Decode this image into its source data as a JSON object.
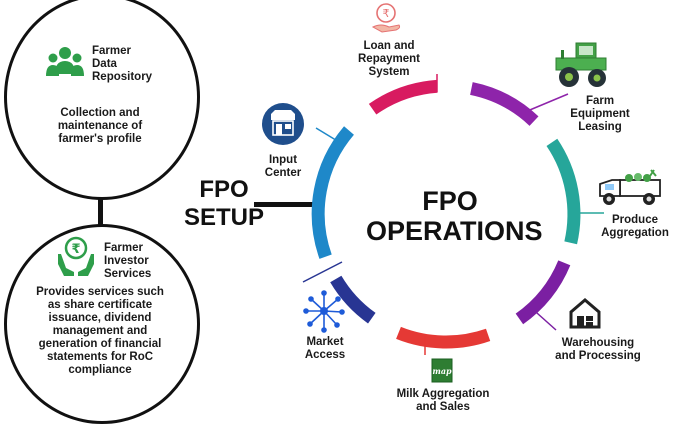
{
  "setup": {
    "title_line1": "FPO",
    "title_line2": "SETUP",
    "farmer_data": {
      "title_line1": "Farmer",
      "title_line2": "Data",
      "title_line3": "Repository",
      "desc_line1": "Collection and",
      "desc_line2": "maintenance of",
      "desc_line3": "farmer's profile"
    },
    "investor": {
      "title_line1": "Farmer",
      "title_line2": "Investor",
      "title_line3": "Services",
      "desc_line1": "Provides services such",
      "desc_line2": "as share certificate",
      "desc_line3": "issuance, dividend",
      "desc_line4": "management and",
      "desc_line5": "generation of financial",
      "desc_line6": "statements for RoC",
      "desc_line7": "compliance",
      "icon_symbol": "₹"
    }
  },
  "operations": {
    "title_line1": "FPO",
    "title_line2": "OPERATIONS",
    "items": [
      {
        "line1": "Loan and",
        "line2": "Repayment",
        "line3": "System",
        "color": "#d81b60",
        "icon": "rupee-hand-icon"
      },
      {
        "line1": "Farm",
        "line2": "Equipment",
        "line3": "Leasing",
        "color": "#8e24aa",
        "icon": "tractor-icon"
      },
      {
        "line1": "Produce",
        "line2": "Aggregation",
        "color": "#26a69a",
        "icon": "produce-truck-icon"
      },
      {
        "line1": "Warehousing",
        "line2": "and Processing",
        "color": "#7b1fa2",
        "icon": "warehouse-icon"
      },
      {
        "line1": "Milk Aggregation",
        "line2": "and Sales",
        "color": "#e53935",
        "icon": "map-logo-icon",
        "logo_text": "map"
      },
      {
        "line1": "Market",
        "line2": "Access",
        "color": "#283593",
        "icon": "network-icon"
      },
      {
        "line1": "Input",
        "line2": "Center",
        "color": "#1e88c9",
        "icon": "store-icon"
      }
    ]
  }
}
